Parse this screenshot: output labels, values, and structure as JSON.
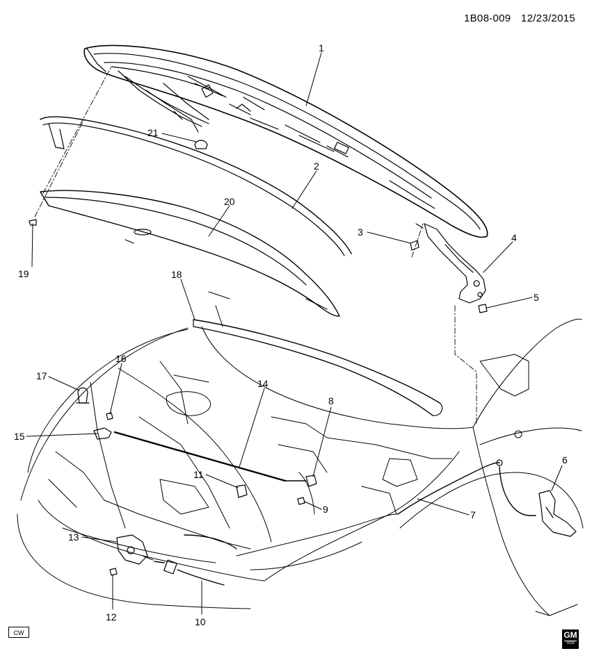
{
  "header": {
    "diagram_id": "1B08-009",
    "date": "12/23/2015"
  },
  "callouts": [
    "1",
    "2",
    "3",
    "4",
    "5",
    "6",
    "7",
    "8",
    "9",
    "10",
    "11",
    "12",
    "13",
    "14",
    "15",
    "16",
    "17",
    "18",
    "19",
    "20",
    "21"
  ],
  "badges": {
    "cw": "CW",
    "logo_text": "GM",
    "logo_subtext": "OCA"
  },
  "icons": {
    "logo": "gm-logo-icon"
  },
  "colors": {
    "line": "#000000",
    "background": "#ffffff"
  }
}
